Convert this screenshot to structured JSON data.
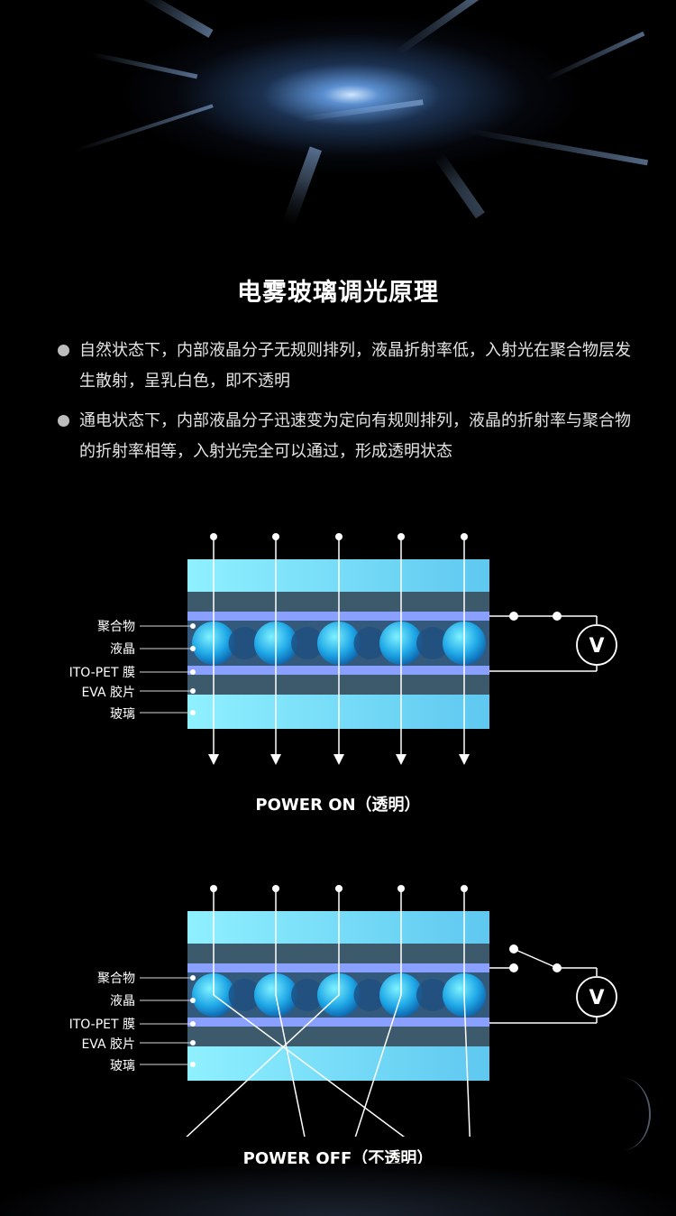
{
  "title": "电雾玻璃调光原理",
  "bullets": [
    "自然状态下，内部液晶分子无规则排列，液晶折射率低，入射光在聚合物层发生散射，呈乳白色，即不透明",
    "通电状态下，内部液晶分子迅速变为定向有规则排列，液晶的折射率与聚合物的折射率相等，入射光完全可以通过，形成透明状态"
  ],
  "layer_labels": [
    "聚合物",
    "液晶",
    "ITO-PET 膜",
    "EVA 胶片",
    "玻璃"
  ],
  "voltmeter_symbol": "V",
  "diagrams": [
    {
      "caption": "POWER ON（透明）",
      "state": "on"
    },
    {
      "caption": "POWER OFF（不透明）",
      "state": "off"
    }
  ],
  "colors": {
    "glass": "#7fe0f5",
    "polymer": "#3c5a6c",
    "ito": "#8aa0ff",
    "liquid_crystal": "#2ab0e8",
    "background": "#000000"
  }
}
